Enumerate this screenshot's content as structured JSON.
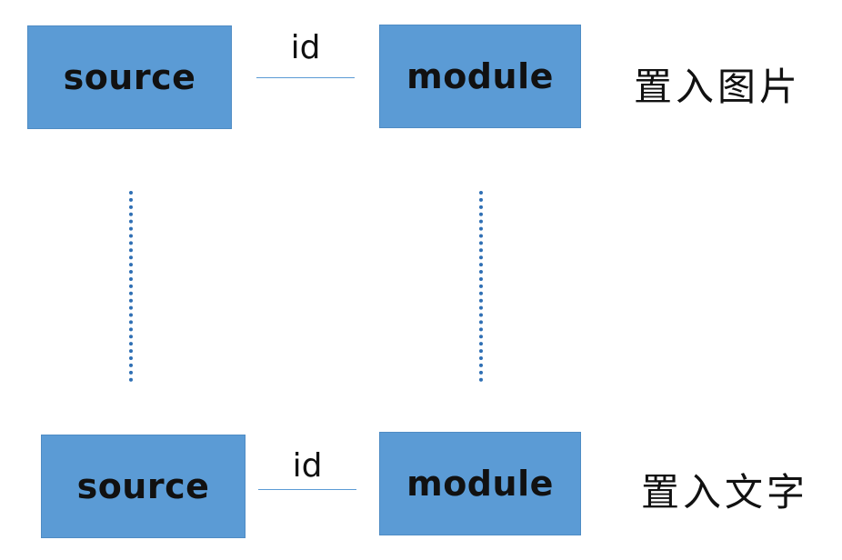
{
  "colors": {
    "box_fill": "#5b9bd5",
    "dotted_line": "#2f6fb4",
    "text": "#111111"
  },
  "top_row": {
    "source_label": "source",
    "link_label": "id",
    "module_label": "module",
    "side_label": "置入图片"
  },
  "bottom_row": {
    "source_label": "source",
    "link_label": "id",
    "module_label": "module",
    "side_label": "置入文字"
  }
}
